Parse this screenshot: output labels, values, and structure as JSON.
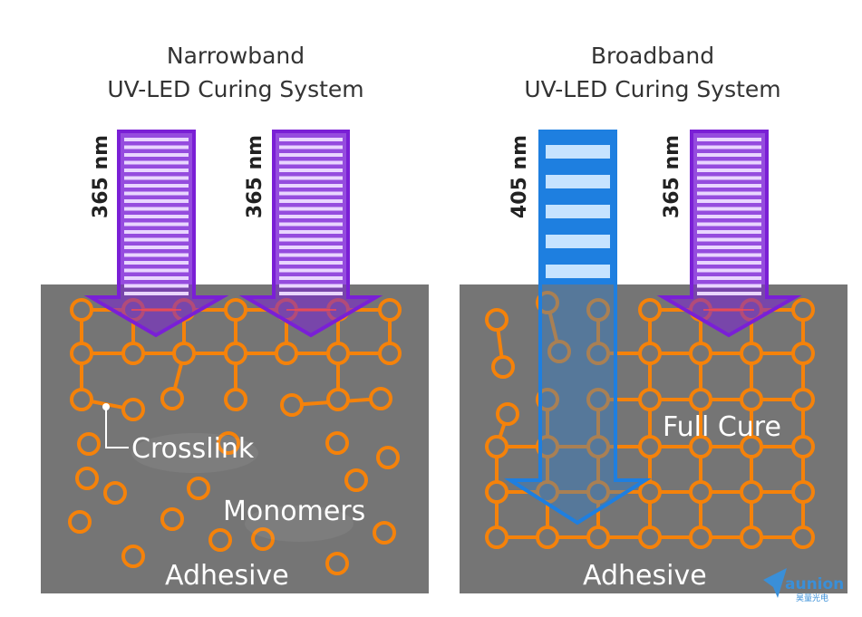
{
  "panels": [
    {
      "id": "narrowband",
      "title_line1": "Narrowband",
      "title_line2": "UV-LED Curing System",
      "arrows": [
        {
          "wavelength": "365 nm",
          "color": "#7a1fd6"
        },
        {
          "wavelength": "365 nm",
          "color": "#7a1fd6"
        }
      ],
      "labels": {
        "crosslink": "Crosslink",
        "monomers": "Monomers",
        "adhesive": "Adhesive"
      }
    },
    {
      "id": "broadband",
      "title_line1": "Broadband",
      "title_line2": "UV-LED Curing System",
      "arrows": [
        {
          "wavelength": "405 nm",
          "color": "#1e7fe0"
        },
        {
          "wavelength": "365 nm",
          "color": "#7a1fd6"
        }
      ],
      "labels": {
        "full_cure": "Full Cure",
        "adhesive": "Adhesive"
      }
    }
  ],
  "colors": {
    "adhesive_fill": "#757575",
    "molecule": "#f5820a",
    "uv365": "#7a1fd6",
    "uv405": "#1e7fe0"
  },
  "logo": {
    "text": "aunion",
    "subtext": "昊量光电"
  }
}
